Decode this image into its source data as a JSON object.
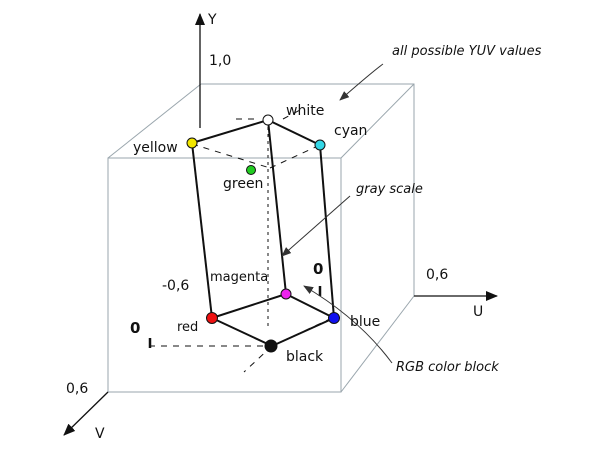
{
  "axes": {
    "y": {
      "name": "Y",
      "max": "1,0"
    },
    "u": {
      "name": "U",
      "max": "0,6"
    },
    "v": {
      "name": "V",
      "max": "0,6"
    },
    "neg": "-0,6",
    "origin_u": "0",
    "origin_v": "0"
  },
  "vertices": {
    "white": {
      "label": "white",
      "color": "#ffffff"
    },
    "cyan": {
      "label": "cyan",
      "color": "#33d6e6"
    },
    "yellow": {
      "label": "yellow",
      "color": "#f2e600"
    },
    "green": {
      "label": "green",
      "color": "#22cc22"
    },
    "magenta": {
      "label": "magenta",
      "color": "#ee22ee"
    },
    "red": {
      "label": "red",
      "color": "#ee1111"
    },
    "blue": {
      "label": "blue",
      "color": "#1111ee"
    },
    "black": {
      "label": "black",
      "color": "#111111"
    }
  },
  "annotations": {
    "yuv_values": "all possible YUV values",
    "gray_scale": "gray scale",
    "rgb_block": "RGB color block"
  },
  "colors": {
    "yuv_box": "#9aa6ad",
    "edge": "#111111",
    "axis": "#111111"
  }
}
